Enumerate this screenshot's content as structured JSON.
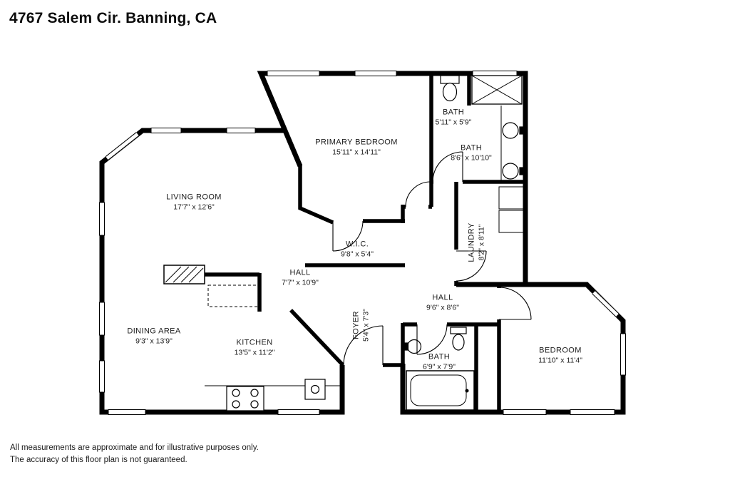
{
  "title": "4767 Salem Cir. Banning, CA",
  "rooms": [
    {
      "name": "PRIMARY BEDROOM",
      "dims": "15'11\" x 14'11\""
    },
    {
      "name": "BATH",
      "dims": "5'11\" x 5'9\""
    },
    {
      "name": "BATH",
      "dims": "8'6\" x 10'10\""
    },
    {
      "name": "LIVING ROOM",
      "dims": "17'7\" x 12'6\""
    },
    {
      "name": "W.I.C.",
      "dims": "9'8\" x 5'4\""
    },
    {
      "name": "LAUNDRY",
      "dims": "8'2\" x 8'11\""
    },
    {
      "name": "HALL",
      "dims": "7'7\" x 10'9\""
    },
    {
      "name": "HALL",
      "dims": "9'6\" x 8'6\""
    },
    {
      "name": "FOYER",
      "dims": "5'4\" x 7'3\""
    },
    {
      "name": "DINING AREA",
      "dims": "9'3\" x 13'9\""
    },
    {
      "name": "KITCHEN",
      "dims": "13'5\" x 11'2\""
    },
    {
      "name": "BATH",
      "dims": "6'9\" x 7'9\""
    },
    {
      "name": "BEDROOM",
      "dims": "11'10\" x 11'4\""
    }
  ],
  "footer": {
    "line1": "All measurements are approximate and for illustrative purposes only.",
    "line2": "The accuracy of this floor plan is not guaranteed."
  },
  "colors": {
    "walls": "#000000",
    "background": "#ffffff",
    "text": "#111111"
  }
}
